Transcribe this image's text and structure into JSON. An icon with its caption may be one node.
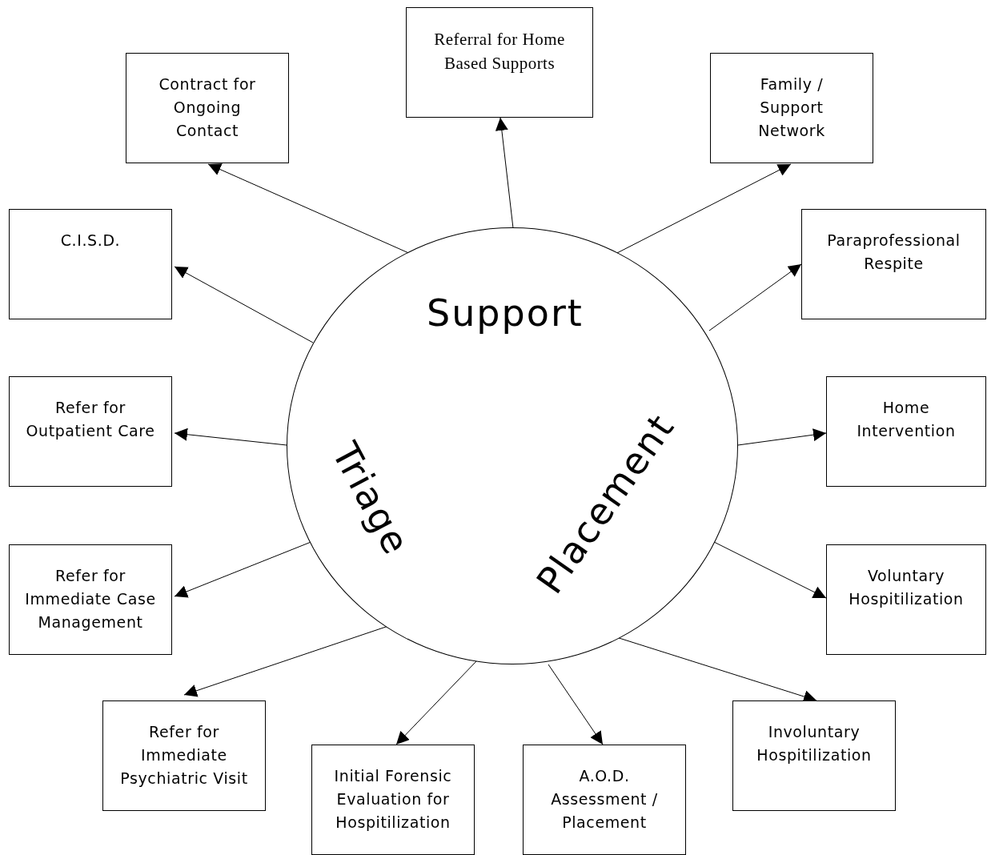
{
  "diagram": {
    "nodes": [
      {
        "text": [
          "Support",
          "Triage",
          "Placement"
        ]
      },
      {
        "text": [
          "Referral for Home Based Supports"
        ]
      },
      {
        "text": [
          "Contract for Ongoing Contact"
        ]
      },
      {
        "text": [
          "Family / Support Network"
        ]
      },
      {
        "text": [
          "C.I.S.D."
        ]
      },
      {
        "text": [
          "Paraprofessional Respite"
        ]
      },
      {
        "text": [
          "Refer for Outpatient Care"
        ]
      },
      {
        "text": [
          "Home Intervention"
        ]
      },
      {
        "text": [
          "Refer for Immediate Case Management"
        ]
      },
      {
        "text": [
          "Voluntary Hospitilization"
        ]
      },
      {
        "text": [
          "Refer for Immediate Psychiatric Visit"
        ]
      },
      {
        "text": [
          "Involuntary Hospitilization"
        ]
      },
      {
        "text": [
          "Initial Forensic Evaluation for Hospitilization"
        ]
      },
      {
        "text": [
          "A.O.D. Assessment / Placement"
        ]
      }
    ],
    "edges": [
      {
        "from": 0,
        "to": 1,
        "arrow": "to"
      },
      {
        "from": 0,
        "to": 2,
        "arrow": "to"
      },
      {
        "from": 0,
        "to": 3,
        "arrow": "to"
      },
      {
        "from": 0,
        "to": 4,
        "arrow": "to"
      },
      {
        "from": 0,
        "to": 5,
        "arrow": "to"
      },
      {
        "from": 0,
        "to": 6,
        "arrow": "to"
      },
      {
        "from": 0,
        "to": 7,
        "arrow": "to"
      },
      {
        "from": 0,
        "to": 8,
        "arrow": "to"
      },
      {
        "from": 0,
        "to": 9,
        "arrow": "to"
      },
      {
        "from": 0,
        "to": 10,
        "arrow": "to"
      },
      {
        "from": 0,
        "to": 11,
        "arrow": "to"
      },
      {
        "from": 0,
        "to": 12,
        "arrow": "to"
      },
      {
        "from": 0,
        "to": 13,
        "arrow": "to"
      }
    ]
  }
}
